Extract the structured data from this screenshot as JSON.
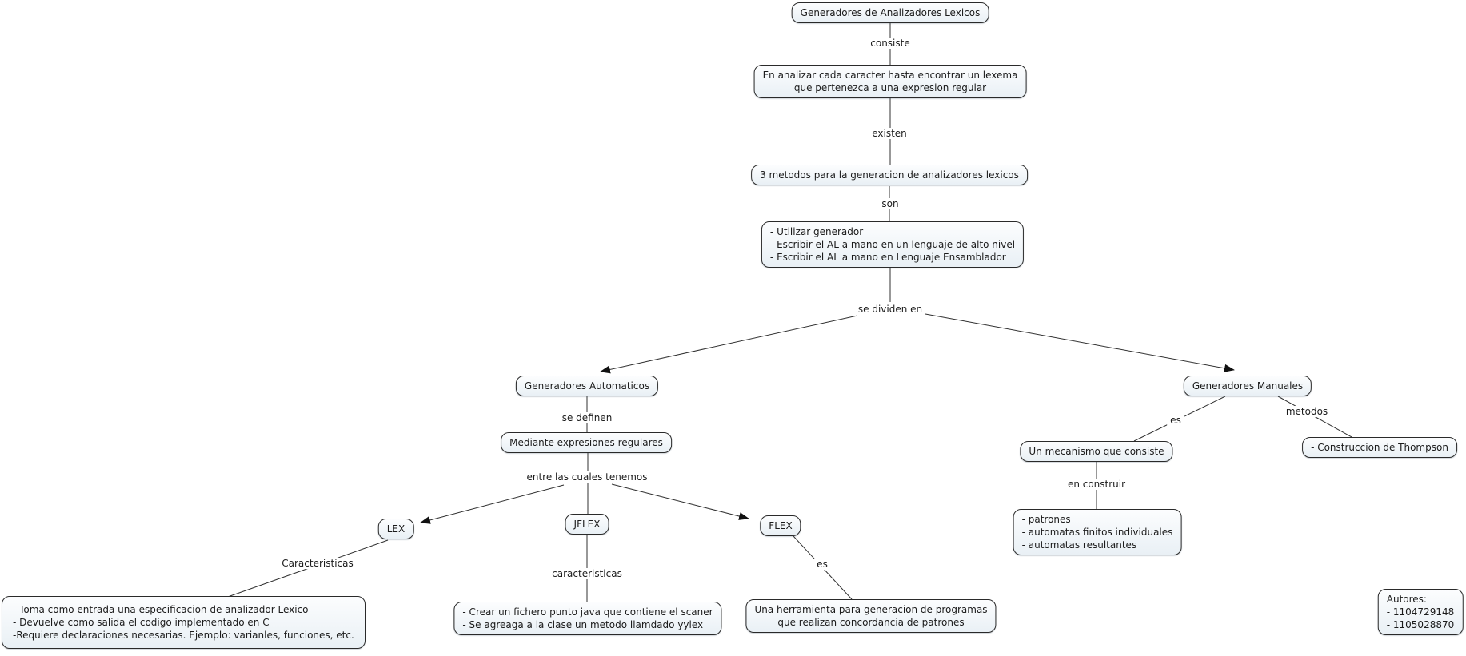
{
  "title": "Generadores de Analizadores Lexicos concept map",
  "colors": {
    "node_fill": "#e9f0f5",
    "node_border": "#2a2a2a",
    "connector_line": "#303030",
    "text": "#1b1b1b",
    "background": "#ffffff"
  },
  "nodes": {
    "root": {
      "text": "Generadores de Analizadores Lexicos"
    },
    "consiste_def": {
      "lines": [
        "En analizar cada caracter hasta encontrar un lexema",
        "que pertenezca a una expresion regular"
      ]
    },
    "metodos3": {
      "text": "3 metodos para la generacion de analizadores lexicos"
    },
    "metodos_list": {
      "lines": [
        "- Utilizar generador",
        "- Escribir el AL a mano en un lenguaje de alto nivel",
        "- Escribir el AL a mano en Lenguaje Ensamblador"
      ]
    },
    "gen_auto": {
      "text": "Generadores Automaticos"
    },
    "mediante": {
      "text": "Mediante expresiones regulares"
    },
    "lex": {
      "text": "LEX"
    },
    "jflex": {
      "text": "JFLEX"
    },
    "flex": {
      "text": "FLEX"
    },
    "lex_carac": {
      "lines": [
        "- Toma como entrada una especificacion de analizador Lexico",
        "- Devuelve como salida el codigo implementado en C",
        "-Requiere declaraciones necesarias. Ejemplo: varianles, funciones, etc."
      ]
    },
    "jflex_carac": {
      "lines": [
        "- Crear un fichero punto java que contiene el scaner",
        "- Se agreaga a la clase un metodo llamdado yylex"
      ]
    },
    "flex_es": {
      "lines": [
        "Una herramienta para generacion de programas",
        "que realizan concordancia de patrones"
      ]
    },
    "gen_man": {
      "text": "Generadores Manuales"
    },
    "mecanismo": {
      "text": "Un mecanismo que consiste"
    },
    "construir_list": {
      "lines": [
        "- patrones",
        "- automatas finitos individuales",
        "- automatas resultantes"
      ]
    },
    "thompson": {
      "text": "- Construccion de Thompson"
    },
    "autores": {
      "lines": [
        "Autores:",
        "- 1104729148",
        "- 1105028870"
      ]
    }
  },
  "links": {
    "consiste": "consiste",
    "existen": "existen",
    "son": "son",
    "se_dividen_en": "se dividen en",
    "se_definen": "se definen",
    "entre_las_cuales": "entre las cuales tenemos",
    "caracteristicas_lex": "Caracteristicas",
    "caracteristicas_jflex": "caracteristicas",
    "es_flex": "es",
    "es_man": "es",
    "metodos": "metodos",
    "en_construir": "en construir"
  }
}
